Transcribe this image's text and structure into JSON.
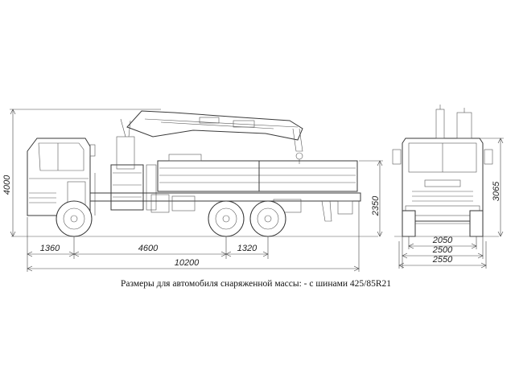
{
  "dimensions": {
    "overall_height": "4000",
    "front_overhang": "1360",
    "wheelbase": "4600",
    "bogie_spacing": "1320",
    "overall_length": "10200",
    "platform_height": "2350",
    "cab_height": "3065",
    "track_width": "2050",
    "body_width": "2500",
    "overall_width": "2550"
  },
  "caption": "Размеры для автомобиля снаряженной массы: - с шинами 425/85R21",
  "colors": {
    "line": "#3a3a3a",
    "text": "#222222"
  }
}
